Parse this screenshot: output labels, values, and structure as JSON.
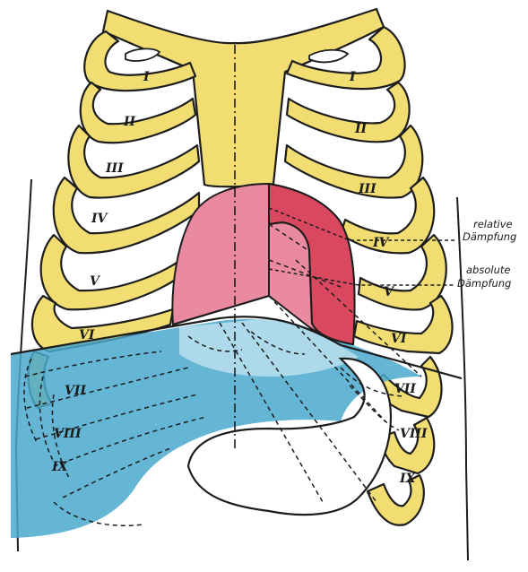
{
  "colors": {
    "rib": "#f2dd72",
    "outline": "#1d1d1d",
    "liver": "#4aa8cc",
    "heart_relative": "#e98aa0",
    "heart_absolute": "#d9485f",
    "background": "#ffffff"
  },
  "ribs_right": [
    "I",
    "II",
    "III",
    "IV",
    "V",
    "VI",
    "VII",
    "VIII",
    "IX"
  ],
  "ribs_left": [
    "I",
    "II",
    "III",
    "IV",
    "V",
    "VI",
    "VII",
    "VIII",
    "IX"
  ],
  "annotations": {
    "relative_line1": "relative",
    "relative_line2": "Dämpfung",
    "absolute_line1": "absolute",
    "absolute_line2": "Dämpfung"
  }
}
